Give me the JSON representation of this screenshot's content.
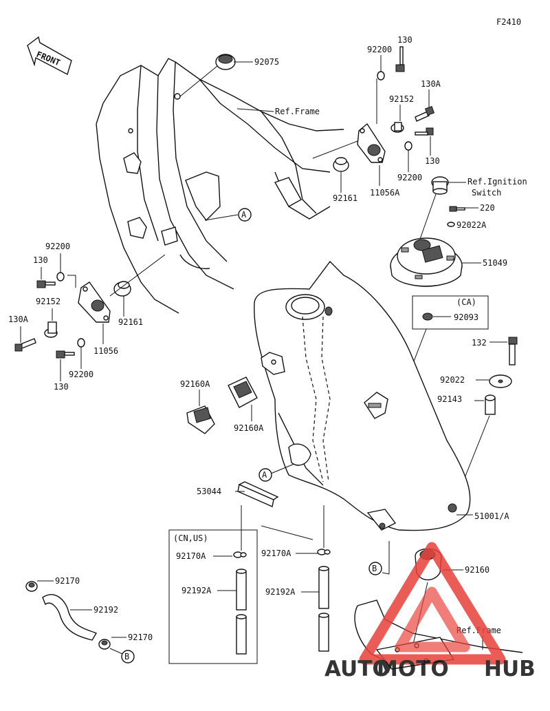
{
  "figure_code": "F2410",
  "front_label": "FRONT",
  "notes": {
    "ref_frame_top": "Ref.Frame",
    "ref_frame_bottom": "Ref.Frame",
    "ref_ignition_1": "Ref.Ignition",
    "ref_ignition_2": "Switch",
    "ca_label": "(CA)",
    "cn_us_label": "(CN,US)"
  },
  "markers": {
    "a": "A",
    "b": "B"
  },
  "part_numbers": {
    "p92075": "92075",
    "p130_top": "130",
    "p92200_top": "92200",
    "p130a_top": "130A",
    "p92152_top": "92152",
    "p130_top2": "130",
    "p92200_top2": "92200",
    "p92161_top": "92161",
    "p11056a": "11056A",
    "p220": "220",
    "p92022a": "92022A",
    "p51049": "51049",
    "p92093": "92093",
    "p132": "132",
    "p92022": "92022",
    "p92143": "92143",
    "p92200_left": "92200",
    "p130_left": "130",
    "p92152_left": "92152",
    "p130a_left": "130A",
    "p92161_left": "92161",
    "p11056": "11056",
    "p130_left2": "130",
    "p92200_left2": "92200",
    "p92160a_1": "92160A",
    "p92160a_2": "92160A",
    "p53044": "53044",
    "p51001": "51001/A",
    "p92170a_1": "92170A",
    "p92192a_1": "92192A",
    "p92170a_2": "92170A",
    "p92192a_2": "92192A",
    "p92160": "92160",
    "p92170_1": "92170",
    "p92192": "92192",
    "p92170_2": "92170"
  },
  "watermark": {
    "part1": "AUTO",
    "part2": "MOTO",
    "part3": "HUB",
    "color_red": "#e8403a",
    "color_orange": "#f0a040",
    "color_dark": "#3a3a3a"
  }
}
